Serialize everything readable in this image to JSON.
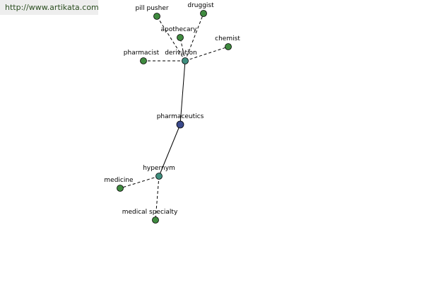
{
  "banner": {
    "url": "http://www.artikata.com"
  },
  "colors": {
    "center": "#3b4a8c",
    "hub": "#3f8f7f",
    "leaf": "#3f8a3f",
    "banner_text": "#2a4d1f",
    "banner_bg": "#eeeeee"
  },
  "graph": {
    "nodes": [
      {
        "id": "pharmaceutics",
        "label": "pharmaceutics",
        "kind": "center"
      },
      {
        "id": "derivation",
        "label": "derivation",
        "kind": "hub"
      },
      {
        "id": "hypernym",
        "label": "hypernym",
        "kind": "hub"
      },
      {
        "id": "pill-pusher",
        "label": "pill pusher",
        "kind": "leaf"
      },
      {
        "id": "druggist",
        "label": "druggist",
        "kind": "leaf"
      },
      {
        "id": "apothecary",
        "label": "apothecary",
        "kind": "leaf"
      },
      {
        "id": "chemist",
        "label": "chemist",
        "kind": "leaf"
      },
      {
        "id": "pharmacist",
        "label": "pharmacist",
        "kind": "leaf"
      },
      {
        "id": "medicine",
        "label": "medicine",
        "kind": "leaf"
      },
      {
        "id": "medical-specialty",
        "label": "medical specialty",
        "kind": "leaf"
      }
    ],
    "edges": [
      {
        "from": "pharmaceutics",
        "to": "derivation",
        "style": "solid"
      },
      {
        "from": "pharmaceutics",
        "to": "hypernym",
        "style": "solid"
      },
      {
        "from": "derivation",
        "to": "pill-pusher",
        "style": "dashed"
      },
      {
        "from": "derivation",
        "to": "druggist",
        "style": "dashed"
      },
      {
        "from": "derivation",
        "to": "apothecary",
        "style": "dashed"
      },
      {
        "from": "derivation",
        "to": "chemist",
        "style": "dashed"
      },
      {
        "from": "derivation",
        "to": "pharmacist",
        "style": "dashed"
      },
      {
        "from": "hypernym",
        "to": "medicine",
        "style": "dashed"
      },
      {
        "from": "hypernym",
        "to": "medical-specialty",
        "style": "dashed"
      }
    ]
  }
}
